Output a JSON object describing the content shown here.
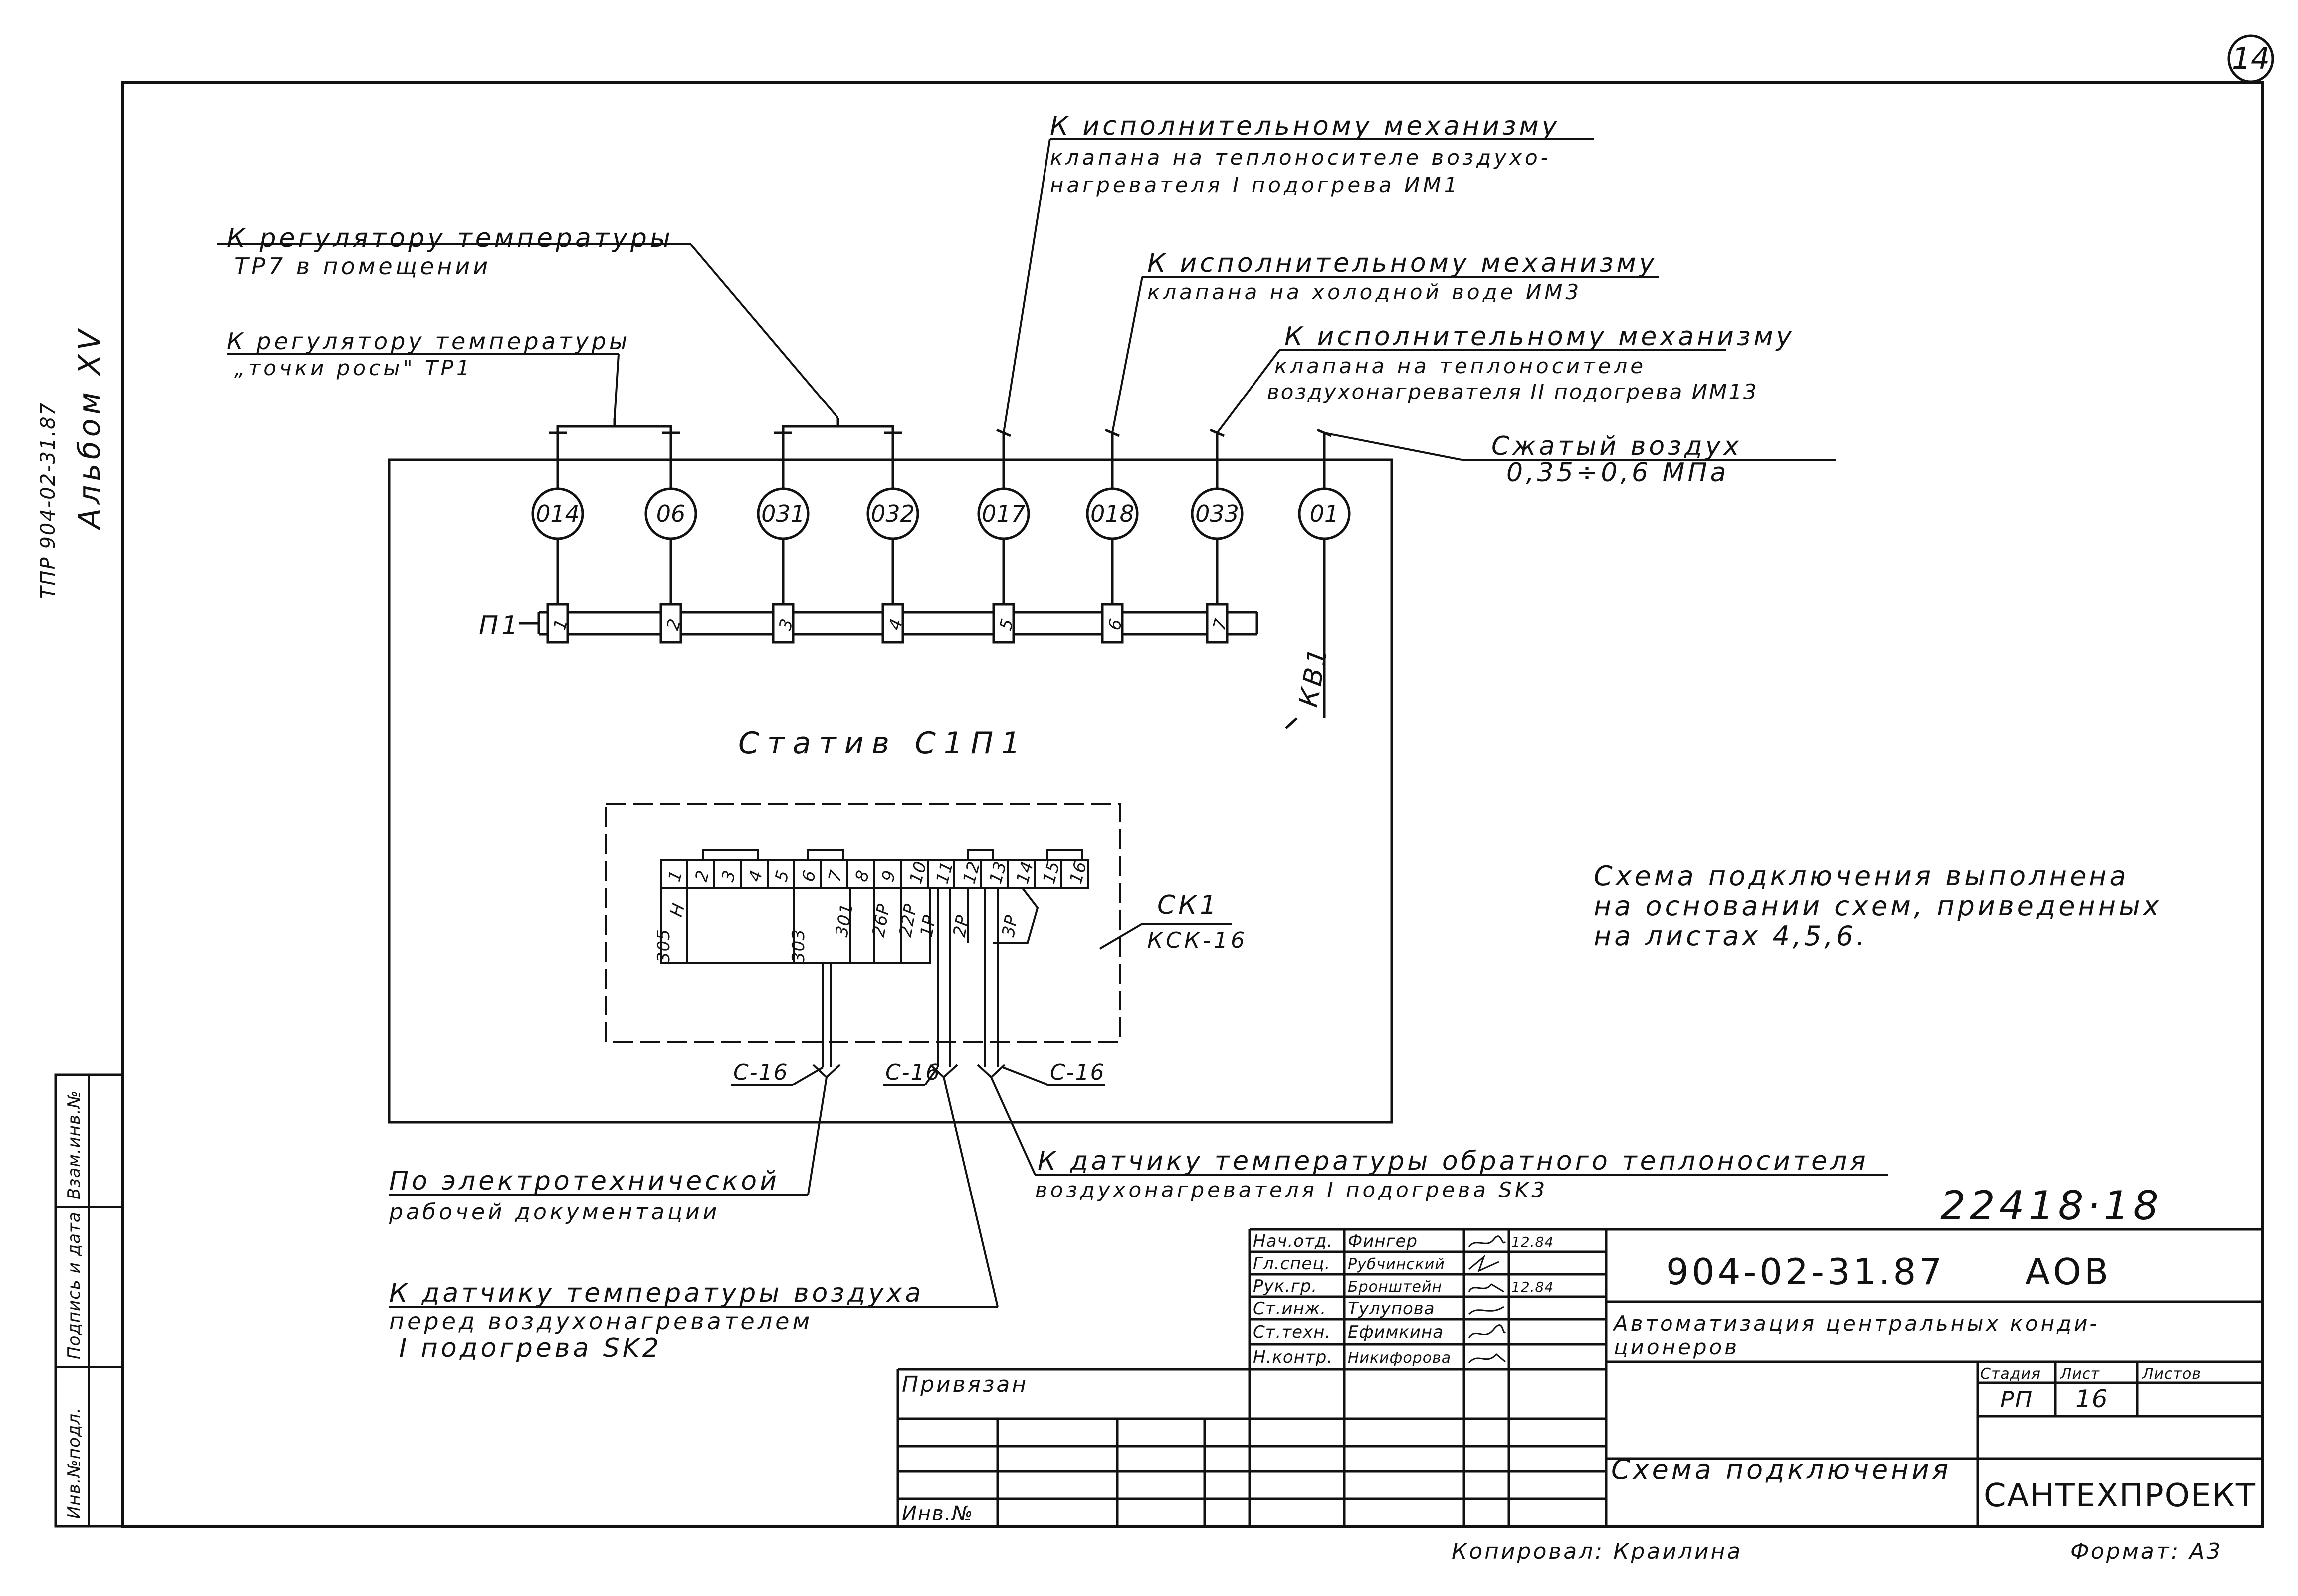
{
  "page_number": "14",
  "side_margin": {
    "doc_code": "ТПР 904-02-31.87",
    "album": "Альбом XV",
    "inv_orig_label": "Инв.№подл.",
    "sign_date_label": "Подпись и дата",
    "vzam_inv_label": "Взам.инв.№"
  },
  "callouts": {
    "reg_tp7_line1": "К регулятору температуры",
    "reg_tp7_line2": "ТР7 в помещении",
    "reg_tp1_line1": "К регулятору температуры",
    "reg_tp1_line2": "„точки росы\" ТР1",
    "im1_line1": "К исполнительному механизму",
    "im1_line2": "клапана на теплоносителе воздухо-",
    "im1_line3": "нагревателя I подогрева ИМ1",
    "im3_line1": "К исполнительному механизму",
    "im3_line2": "клапана на холодной воде ИМ3",
    "im13_line1": "К исполнительному механизму",
    "im13_line2": "клапана на теплоносителе",
    "im13_line3": "воздухонагревателя II подогрева ИМ13",
    "air_line1": "Сжатый воздух",
    "air_line2": "0,35÷0,6 МПа",
    "sk3_line1": "К датчику температуры обратного теплоносителя",
    "sk3_line2": "воздухонагревателя I подогрева SK3",
    "el_line1": "По электротехнической",
    "el_line2": "рабочей документации",
    "sk2_line1": "К датчику температуры воздуха",
    "sk2_line2": "перед воздухонагревателем",
    "sk2_line3": "I подогрева SK2"
  },
  "stand": {
    "title": "Статив С1П1",
    "manifold_label": "П1",
    "valve_label": "КВ1",
    "circles": [
      "014",
      "06",
      "031",
      "032",
      "017",
      "018",
      "033",
      "01"
    ],
    "taps": [
      "1",
      "2",
      "3",
      "4",
      "5",
      "6",
      "7"
    ]
  },
  "connector": {
    "name": "СК1",
    "type": "КСК-16",
    "pins": [
      "1",
      "2",
      "3",
      "4",
      "5",
      "6",
      "7",
      "8",
      "9",
      "10",
      "11",
      "12",
      "13",
      "14",
      "15",
      "16"
    ],
    "tube_labels": [
      "305",
      "Н",
      "303",
      "301",
      "26Р",
      "22Р",
      "1Р",
      "2Р",
      "3Р"
    ],
    "cable_labels": [
      "С-16",
      "С-16",
      "С-16"
    ]
  },
  "note": {
    "line1": "Схема подключения выполнена",
    "line2": "на основании схем, приведенных",
    "line3": "на листах 4,5,6."
  },
  "title_block": {
    "archive_no": "22418·18",
    "doc_no": "904-02-31.87",
    "mark": "АОВ",
    "project_line1": "Автоматизация центральных конди-",
    "project_line2": "ционеров",
    "sheet_title": "Схема подключения",
    "org": "САНТЕХПРОЕКТ",
    "stage_header": "Стадия",
    "sheet_header": "Лист",
    "sheets_header": "Листов",
    "stage": "РП",
    "sheet": "16",
    "sheets": "",
    "privyazan": "Привязан",
    "inv_no": "Инв.№",
    "people": [
      {
        "role": "Нач.отд.",
        "name": "Фингер",
        "date": "12.84"
      },
      {
        "role": "Гл.спец.",
        "name": "Рубчинский",
        "date": ""
      },
      {
        "role": "Рук.гр.",
        "name": "Бронштейн",
        "date": "12.84"
      },
      {
        "role": "Ст.инж.",
        "name": "Тулупова",
        "date": ""
      },
      {
        "role": "Ст.техн.",
        "name": "Ефимкина",
        "date": ""
      },
      {
        "role": "Н.контр.",
        "name": "Никифорова",
        "date": ""
      }
    ]
  },
  "footer": {
    "copied": "Копировал: Краилина",
    "format": "Формат: А3"
  }
}
